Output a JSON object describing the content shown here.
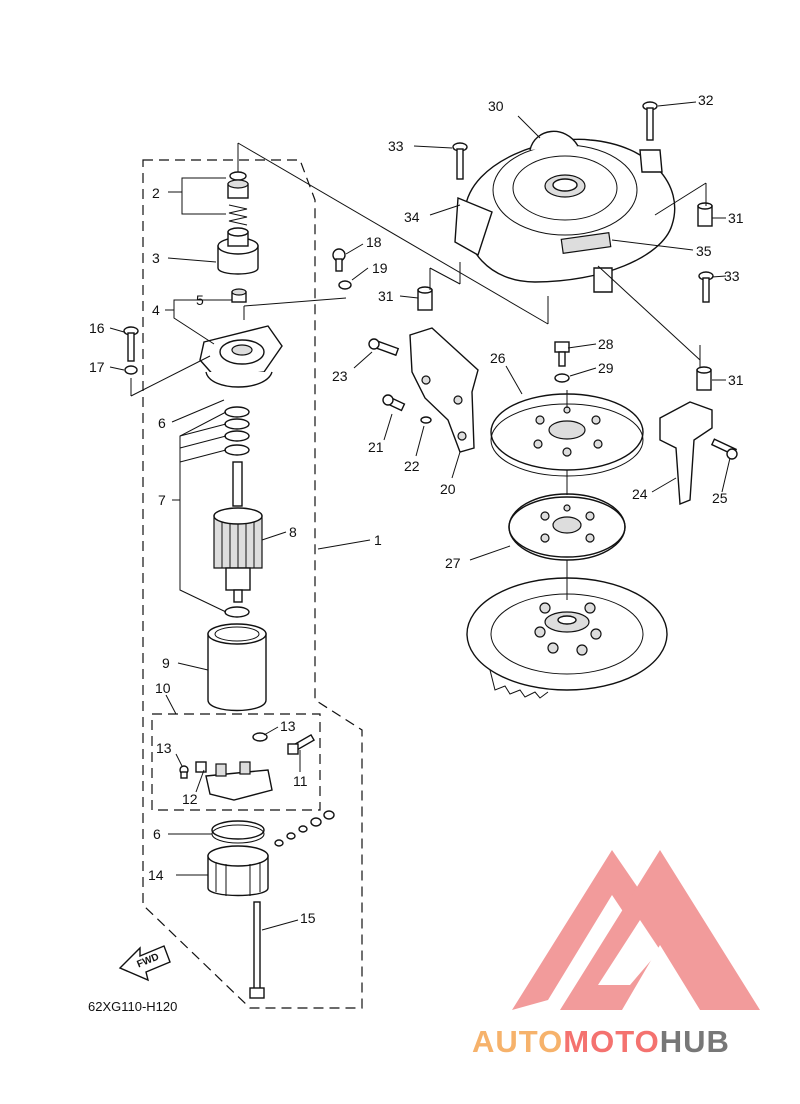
{
  "diagram": {
    "code": "62XG110-H120",
    "fwd": "FWD",
    "callouts": [
      {
        "id": "c1",
        "text": "1"
      },
      {
        "id": "c2",
        "text": "2"
      },
      {
        "id": "c3",
        "text": "3"
      },
      {
        "id": "c4",
        "text": "4"
      },
      {
        "id": "c5",
        "text": "5"
      },
      {
        "id": "c6a",
        "text": "6"
      },
      {
        "id": "c6b",
        "text": "6"
      },
      {
        "id": "c7",
        "text": "7"
      },
      {
        "id": "c8",
        "text": "8"
      },
      {
        "id": "c9",
        "text": "9"
      },
      {
        "id": "c10",
        "text": "10"
      },
      {
        "id": "c11",
        "text": "11"
      },
      {
        "id": "c12",
        "text": "12"
      },
      {
        "id": "c13a",
        "text": "13"
      },
      {
        "id": "c13b",
        "text": "13"
      },
      {
        "id": "c14",
        "text": "14"
      },
      {
        "id": "c15",
        "text": "15"
      },
      {
        "id": "c16",
        "text": "16"
      },
      {
        "id": "c17",
        "text": "17"
      },
      {
        "id": "c18",
        "text": "18"
      },
      {
        "id": "c19",
        "text": "19"
      },
      {
        "id": "c20",
        "text": "20"
      },
      {
        "id": "c21",
        "text": "21"
      },
      {
        "id": "c22",
        "text": "22"
      },
      {
        "id": "c23",
        "text": "23"
      },
      {
        "id": "c24",
        "text": "24"
      },
      {
        "id": "c25",
        "text": "25"
      },
      {
        "id": "c26",
        "text": "26"
      },
      {
        "id": "c27",
        "text": "27"
      },
      {
        "id": "c28",
        "text": "28"
      },
      {
        "id": "c29",
        "text": "29"
      },
      {
        "id": "c30",
        "text": "30"
      },
      {
        "id": "c31a",
        "text": "31"
      },
      {
        "id": "c31b",
        "text": "31"
      },
      {
        "id": "c31c",
        "text": "31"
      },
      {
        "id": "c32",
        "text": "32"
      },
      {
        "id": "c33a",
        "text": "33"
      },
      {
        "id": "c33b",
        "text": "33"
      },
      {
        "id": "c34",
        "text": "34"
      },
      {
        "id": "c35",
        "text": "35"
      }
    ]
  },
  "watermark": {
    "part1": "AUTO",
    "part2": "MOTO",
    "part3": "HUB",
    "colors": {
      "orange": "#f6b26b",
      "red": "#f4726f",
      "gray": "#777777",
      "logo": "#f08a8a"
    }
  }
}
